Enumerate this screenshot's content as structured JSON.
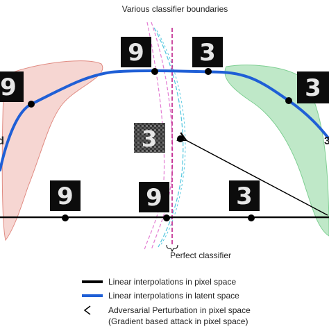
{
  "title": "Various classifier boundaries",
  "perfect_classifier_label": "Perfect classifier",
  "side_left_label": "d",
  "side_right_label": "3",
  "colors": {
    "pixel_line": "#000000",
    "latent_curve": "#1f5fd6",
    "left_region": "#f6d6d2",
    "left_region_stroke": "#e08b82",
    "right_region": "#bfe8c8",
    "right_region_stroke": "#7fcf93",
    "perfect_classifier": "#c0208a",
    "boundary_cyan": "#59c9e0",
    "boundary_pink": "#e37bd2"
  },
  "legend": [
    {
      "icon": "black-line",
      "text": "Linear interpolations in pixel space"
    },
    {
      "icon": "blue-line",
      "text": "Linear interpolations in latent space"
    },
    {
      "icon": "left-arrow",
      "text": "Adversarial Perturbation in pixel space"
    },
    {
      "icon": "",
      "text": "(Gradient based attack in pixel space)"
    }
  ],
  "digits": {
    "top_left": "9",
    "top_mid": "3",
    "left": "9",
    "right": "3",
    "adversarial": "3",
    "bottom_1": "9",
    "bottom_2": "9",
    "bottom_3": "3"
  }
}
